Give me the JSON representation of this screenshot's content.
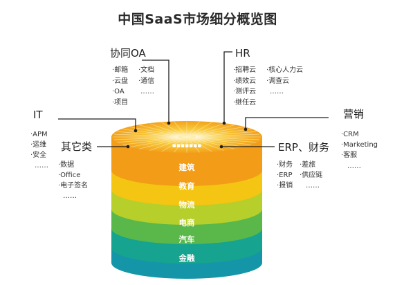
{
  "title": "中国SaaS市场细分概览图",
  "colors": {
    "layer1_top": "#f6b21b",
    "layer1_side": "#f39c17",
    "layer2": "#f4c512",
    "layer3": "#b7cf2a",
    "layer4": "#5ab84a",
    "layer5": "#16a38f",
    "layer6": "#1496a8",
    "accent": "#f29a14"
  },
  "layers": [
    "建筑",
    "教育",
    "物流",
    "电商",
    "汽车",
    "金融"
  ],
  "categories": {
    "oa": {
      "heading": "协同OA",
      "items_left": [
        "·邮箱",
        "·云盘",
        "·OA",
        "·项目"
      ],
      "items_right": [
        "·文档",
        "·通信",
        "……"
      ]
    },
    "hr": {
      "heading": "HR",
      "items_left": [
        "·招聘云",
        "·绩效云",
        "·测评云",
        "·继任云"
      ],
      "items_right": [
        "·核心人力云",
        "·调查云",
        "……"
      ]
    },
    "it": {
      "heading": "IT",
      "items": [
        "·APM",
        "·运维",
        "·安全",
        "……"
      ]
    },
    "marketing": {
      "heading": "营销",
      "items": [
        "·CRM",
        "·Marketing",
        "·客服",
        "……"
      ]
    },
    "other": {
      "heading": "其它类",
      "items": [
        "·数据",
        "·Office",
        "·电子签名",
        "……"
      ]
    },
    "erp": {
      "heading": "ERP、财务",
      "items_left": [
        "·财务",
        "·ERP",
        "·报销"
      ],
      "items_right": [
        "·差旅",
        "·供应链",
        "……"
      ]
    }
  }
}
